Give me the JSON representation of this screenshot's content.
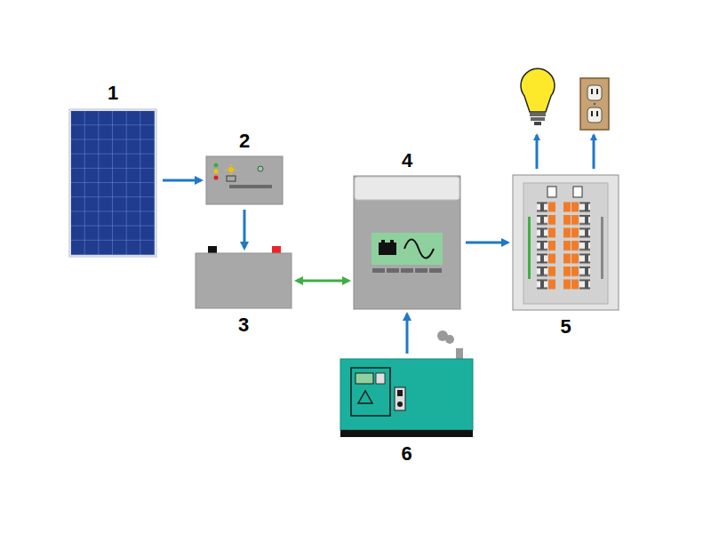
{
  "diagram": {
    "nodes": [
      {
        "text": [
          "1"
        ]
      },
      {
        "text": [
          "2"
        ]
      },
      {
        "text": [
          "3"
        ]
      },
      {
        "text": [
          "4"
        ]
      },
      {
        "text": [
          "5"
        ]
      },
      {
        "text": [
          "6"
        ]
      }
    ],
    "edges": [
      {
        "from": 0,
        "to": 1,
        "arrow": "to"
      },
      {
        "from": 1,
        "to": 2,
        "arrow": "to"
      },
      {
        "from": 2,
        "to": 3,
        "arrow": "both"
      },
      {
        "from": 5,
        "to": 3,
        "arrow": "to"
      },
      {
        "from": 3,
        "to": 4,
        "arrow": "to"
      }
    ]
  }
}
